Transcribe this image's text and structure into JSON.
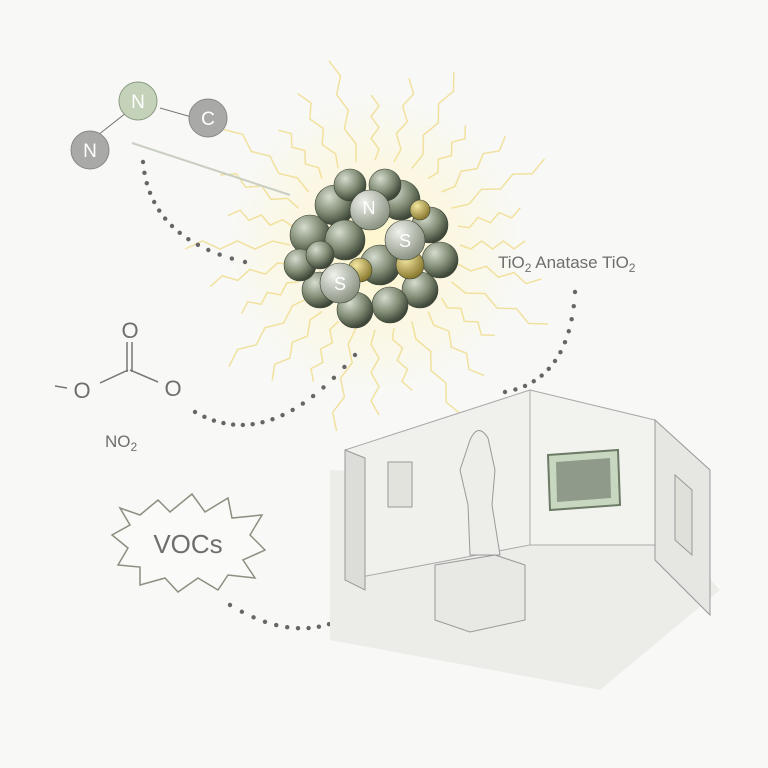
{
  "molecule_top": {
    "atoms": [
      "N",
      "N",
      "C"
    ]
  },
  "cluster": {
    "atoms": [
      "N",
      "S",
      "S"
    ]
  },
  "tio2_label": {
    "main": "TiO",
    "sub": "2",
    "mid": " Anatase TiO",
    "sub2": "2"
  },
  "carbonate": {
    "atoms": [
      "O",
      "O",
      "O"
    ],
    "minus": "−"
  },
  "no2_label": {
    "main": "NO",
    "sub": "2"
  },
  "vocs_label": "VOCs",
  "colors": {
    "atom_green": "#c3d2b8",
    "atom_gray": "#a9aaa8",
    "glow": "#f3e7a0",
    "dots": "#666666"
  }
}
